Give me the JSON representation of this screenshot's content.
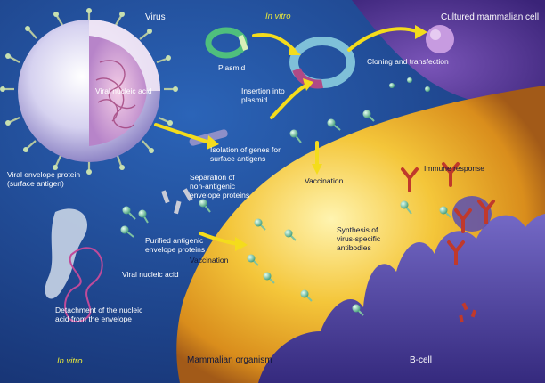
{
  "labels": {
    "virus": "Virus",
    "in_vitro_top": "In vitro",
    "cultured_cell": "Cultured mammalian cell",
    "plasmid": "Plasmid",
    "viral_nucleic_acid_top": "Viral nucleic acid",
    "cloning": "Cloning and transfection",
    "insertion": "Insertion into\nplasmid",
    "isolation": "Isolation of genes for\nsurface antigens",
    "viral_envelope_protein": "Viral envelope protein\n(surface antigen)",
    "separation": "Separation of\nnon-antigenic\nenvelope proteins",
    "vaccination_top": "Vaccination",
    "immune_response": "Immune response",
    "purified": "Purified antigenic\nenvelope proteins",
    "vaccination_bottom": "Vaccination",
    "synthesis": "Synthesis of\nvirus-specific\nantibodies",
    "viral_nucleic_acid_bottom": "Viral nucleic acid",
    "detachment": "Detachment of the nucleic\nacid from the envelope",
    "in_vitro_bottom": "In vitro",
    "mammalian_organism": "Mammalian organism",
    "b_cell": "B-cell"
  },
  "colors": {
    "background": "#1b3f86",
    "organism": "#f2b727",
    "b_cell": "#4a3f9f",
    "cultured_cell": "#5b3a9a",
    "arrow": "#f4dc1c",
    "antibody": "#c0392b",
    "antigen": "#58b08a",
    "in_vitro_text": "#e8e83a"
  }
}
